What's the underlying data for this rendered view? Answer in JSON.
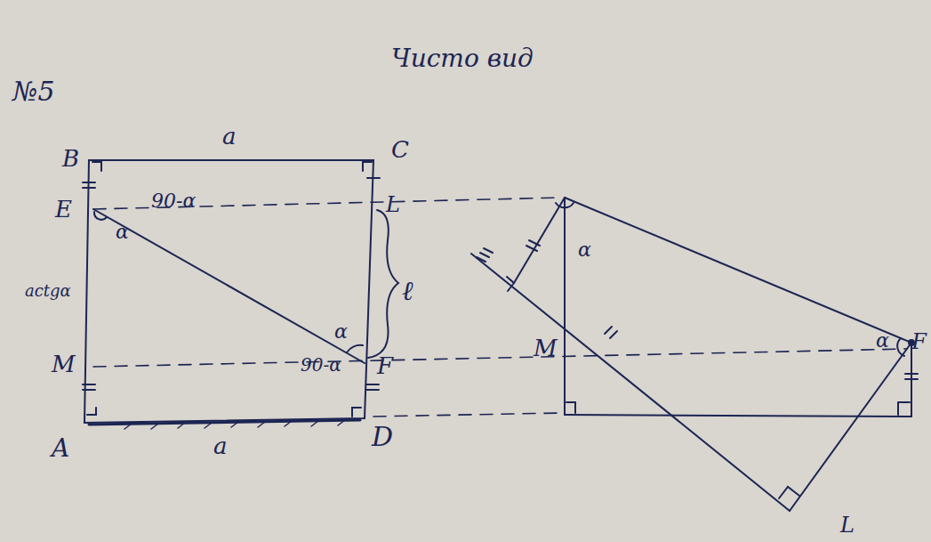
{
  "diagram": {
    "labels": [
      "№5",
      "Чисто вид",
      "a",
      "B",
      "C",
      "E",
      "L",
      "90-α",
      "α",
      "actgα",
      "ℓ",
      "α",
      "90-α",
      "F",
      "M",
      "A",
      "D",
      "a",
      "α",
      "M",
      "α",
      "F",
      "L"
    ]
  }
}
